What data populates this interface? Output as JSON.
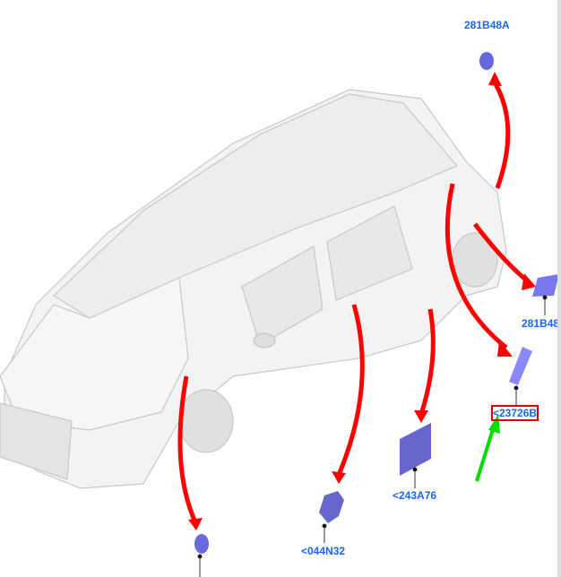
{
  "parts": [
    {
      "id": "p1",
      "label": "281B48A"
    },
    {
      "id": "p2",
      "label": "281B48"
    },
    {
      "id": "p3",
      "label": "<23726B",
      "highlighted": true
    },
    {
      "id": "p4",
      "label": "<243A76"
    },
    {
      "id": "p5",
      "label": "<044N32"
    },
    {
      "id": "p6",
      "label": ""
    }
  ],
  "colors": {
    "part": "#6666cc",
    "arrow": "#ff0000",
    "pointer": "#00dd00",
    "label": "#1a66ff",
    "highlight": "#e00000"
  }
}
